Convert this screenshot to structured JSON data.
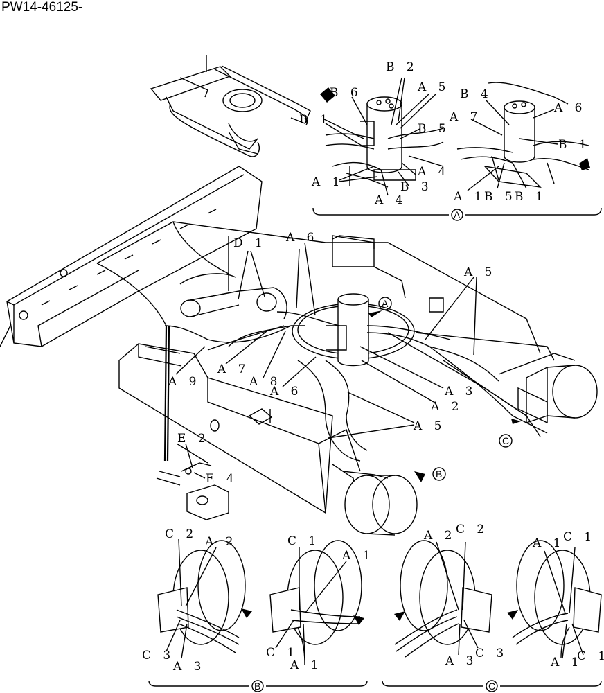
{
  "document_id": "PW14-46125-",
  "section_markers": {
    "a": "A",
    "b": "B",
    "c": "C"
  },
  "labels": {
    "a1": "A 1",
    "a2": "A 2",
    "a3": "A 3",
    "a4": "A 4",
    "a5": "A 5",
    "a6": "A 6",
    "a7": "A 7",
    "a8": "A 8",
    "a9": "A 9",
    "b1": "B 1",
    "b2": "B 2",
    "b3": "B 3",
    "b4": "B 4",
    "b5": "B 5",
    "b6": "B 6",
    "c1": "C 1",
    "c2": "C 2",
    "c3": "C 3",
    "d1": "D 1",
    "e2": "E 2",
    "e4": "E 4"
  }
}
